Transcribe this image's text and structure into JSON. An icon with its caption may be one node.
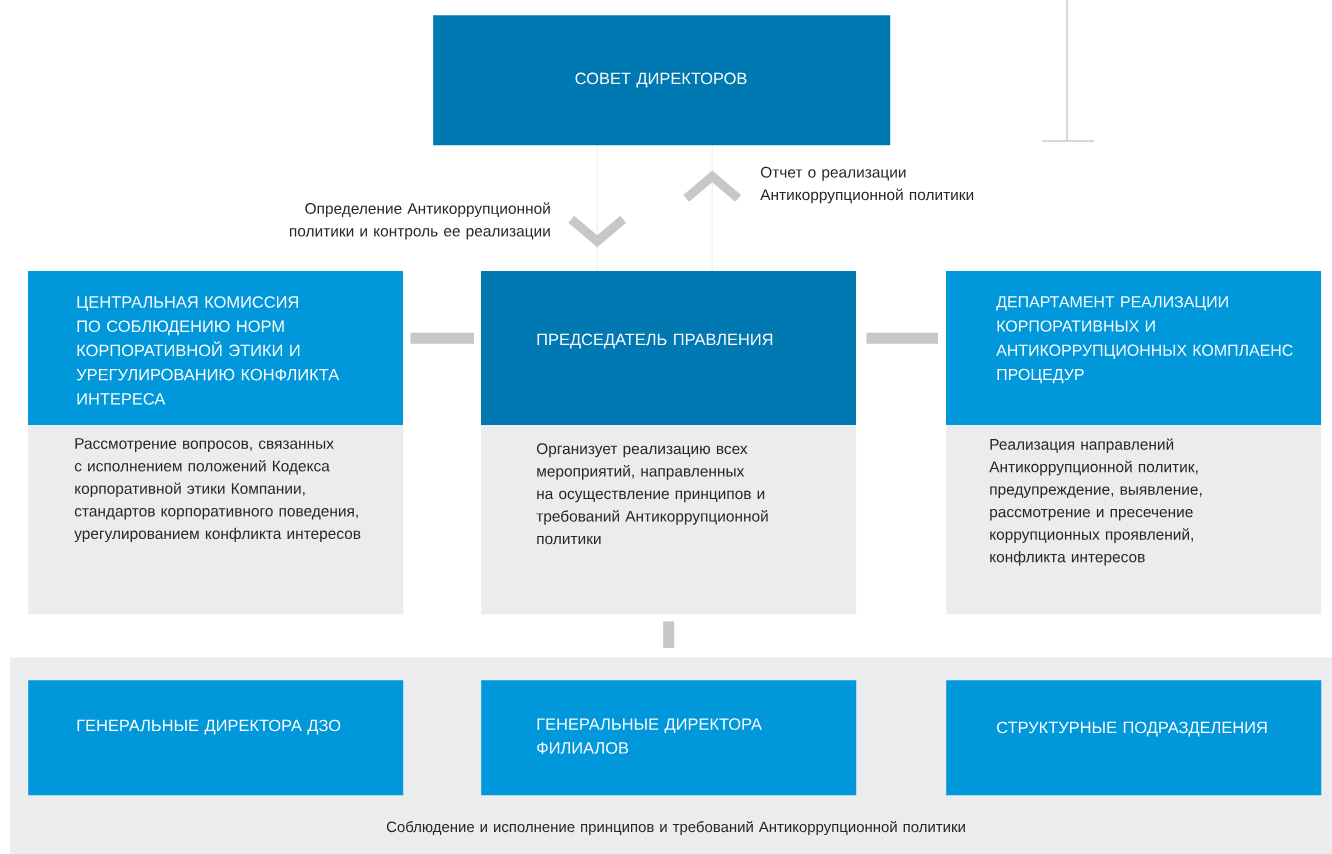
{
  "diagram": {
    "nodes": [
      {
        "text": [
          "СОВЕТ ДИРЕКТОРОВ"
        ]
      },
      {
        "text": [
          "ЦЕНТРАЛЬНАЯ КОМИССИЯ ПО СОБЛЮДЕНИЮ НОРМ КОРПОРАТИВНОЙ ЭТИКИ И УРЕГУЛИРОВАНИЮ КОНФЛИКТА ИНТЕРЕСА",
          "Рассмотрение вопросов, связанных с исполнением положений Кодекса корпоративной этики Компании, стандартов корпоративного поведения, урегулированием конфликта интересов"
        ]
      },
      {
        "text": [
          "ПРЕДСЕДАТЕЛЬ ПРАВЛЕНИЯ",
          "Организует реализацию всех мероприятий, направленных на осуществление принципов и требований Антикоррупционной политики"
        ]
      },
      {
        "text": [
          "ДЕПАРТАМЕНТ РЕАЛИЗАЦИИ КОРПОРАТИВНЫХ И АНТИКОРРУПЦИОННЫХ КОМПЛАЕНС ПРОЦЕДУР",
          "Реализация направлений Антикоррупционной политик, предупреждение, выявление, рассмотрение и пресечение коррупционных проявлений, конфликта интересов"
        ]
      },
      {
        "text": [
          "Соблюдение и исполнение принципов и требований Антикоррупционной политики"
        ]
      },
      {
        "text": [
          "ГЕНЕРАЛЬНЫЕ ДИРЕКТОРА ДЗО"
        ],
        "in": 4
      },
      {
        "text": [
          "ГЕНЕРАЛЬНЫЕ ДИРЕКТОРА ФИЛИАЛОВ"
        ],
        "in": 4
      },
      {
        "text": [
          "СТРУКТУРНЫЕ ПОДРАЗДЕЛЕНИЯ"
        ],
        "in": 4
      }
    ],
    "edges": [
      {
        "from": 0,
        "to": 2,
        "arrow": "to",
        "label": "Определение Антикоррупционной политики и контроль ее реализации"
      },
      {
        "from": 2,
        "to": 0,
        "arrow": "to",
        "label": "Отчет о реализации Антикоррупционной политики"
      },
      {
        "from": 1,
        "to": 2,
        "arrow": "none"
      },
      {
        "from": 2,
        "to": 3,
        "arrow": "none"
      },
      {
        "from": 2,
        "to": 4,
        "arrow": "none"
      }
    ]
  }
}
